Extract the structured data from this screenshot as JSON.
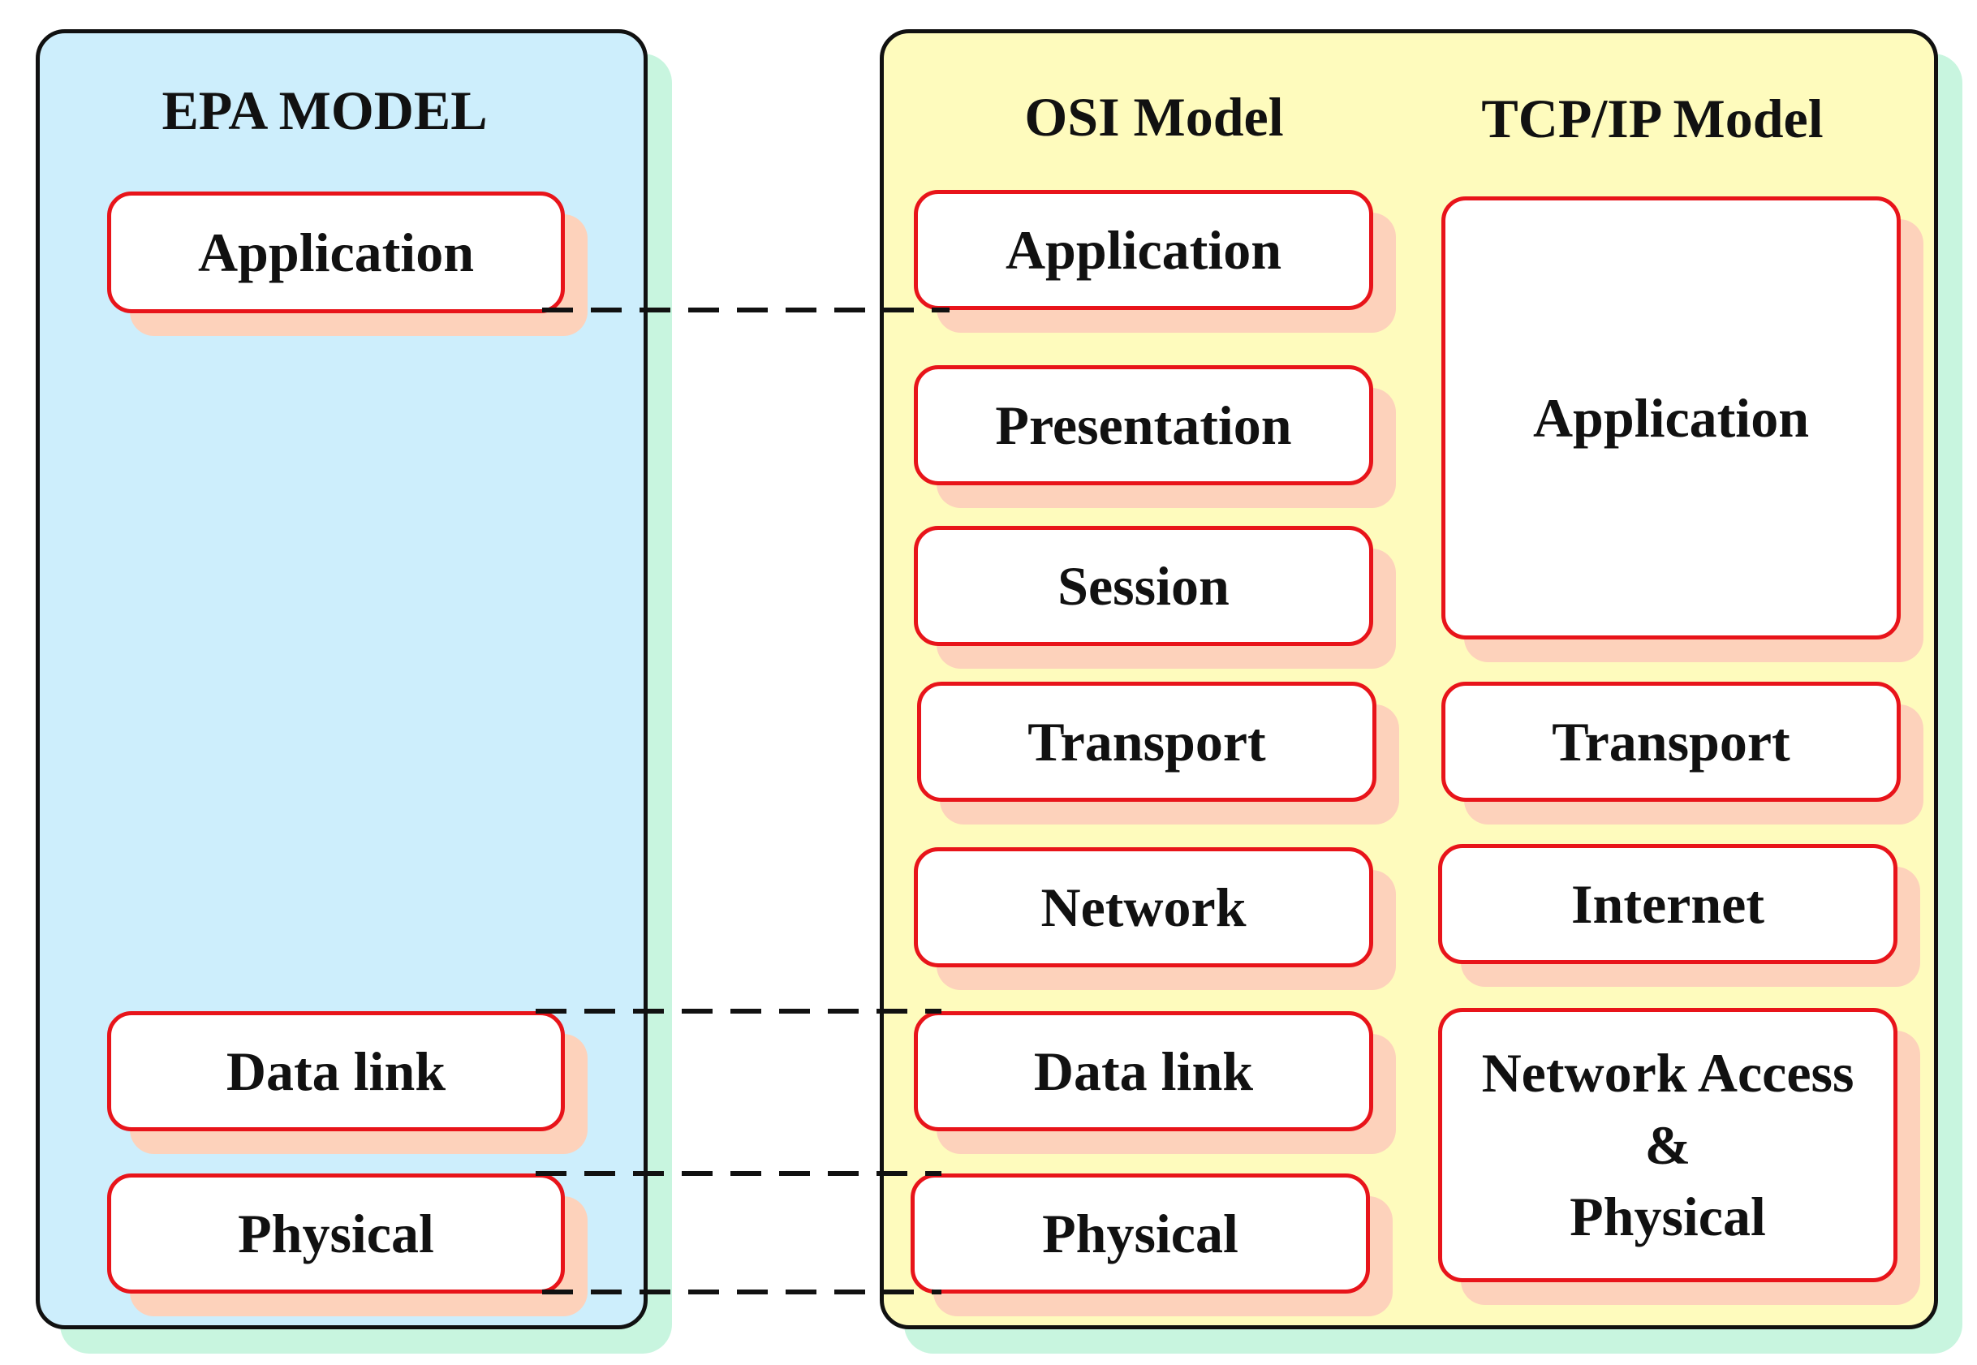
{
  "epa": {
    "title": "EPA MODEL",
    "layers": [
      "Application",
      "Data link",
      "Physical"
    ]
  },
  "osi": {
    "title": "OSI Model",
    "layers": [
      "Application",
      "Presentation",
      "Session",
      "Transport",
      "Network",
      "Data link",
      "Physical"
    ]
  },
  "tcpip": {
    "title": "TCP/IP Model",
    "layers": [
      "Application",
      "Transport",
      "Internet",
      "Network Access",
      "&",
      "Physical"
    ]
  },
  "colors": {
    "epa_panel": "#cdeefc",
    "tcpip_panel": "#fefbbd",
    "box_border": "#e8141a",
    "box_shadow": "#fdd2bb",
    "panel_shadow": "#c8f5df"
  }
}
